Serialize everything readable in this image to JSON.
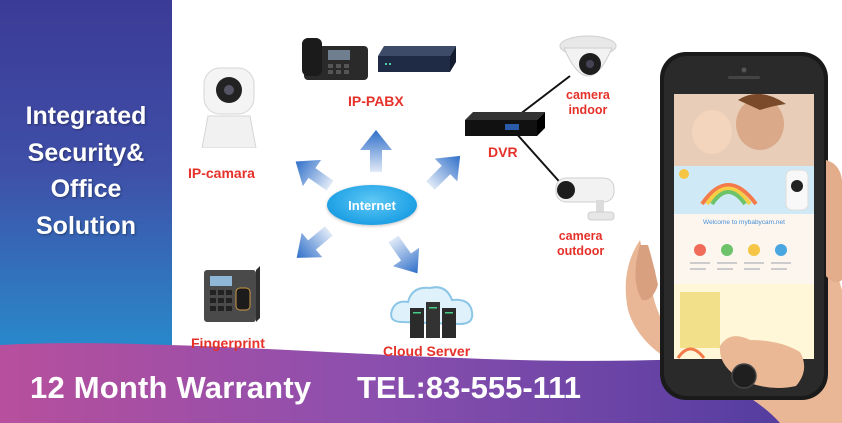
{
  "headline": {
    "line1": "Integrated",
    "line2": "Security&",
    "line3": "Office",
    "line4": "Solution"
  },
  "footer": {
    "warranty": "12 Month Warranty",
    "tel": "TEL:83-555-111"
  },
  "nodes": {
    "internet": "Internet",
    "ip_pabx": "IP-PABX",
    "dvr": "DVR",
    "ip_camera": "IP-camara",
    "camera_indoor_1": "camera",
    "camera_indoor_2": "indoor",
    "camera_outdoor_1": "camera",
    "camera_outdoor_2": "outdoor",
    "fingerprint": "Fingerprint",
    "cloud_server": "Cloud Server"
  },
  "phone_screen": {
    "welcome": "Welcome to mybabycam.net"
  },
  "colors": {
    "label_red": "#e5312a",
    "band_purple": "#3b3b96",
    "band_blue": "#1aa0de",
    "footer_pink": "#c04fa0",
    "internet_blue": "#22a3e6",
    "arrow_blue": "#2f6fc9"
  }
}
